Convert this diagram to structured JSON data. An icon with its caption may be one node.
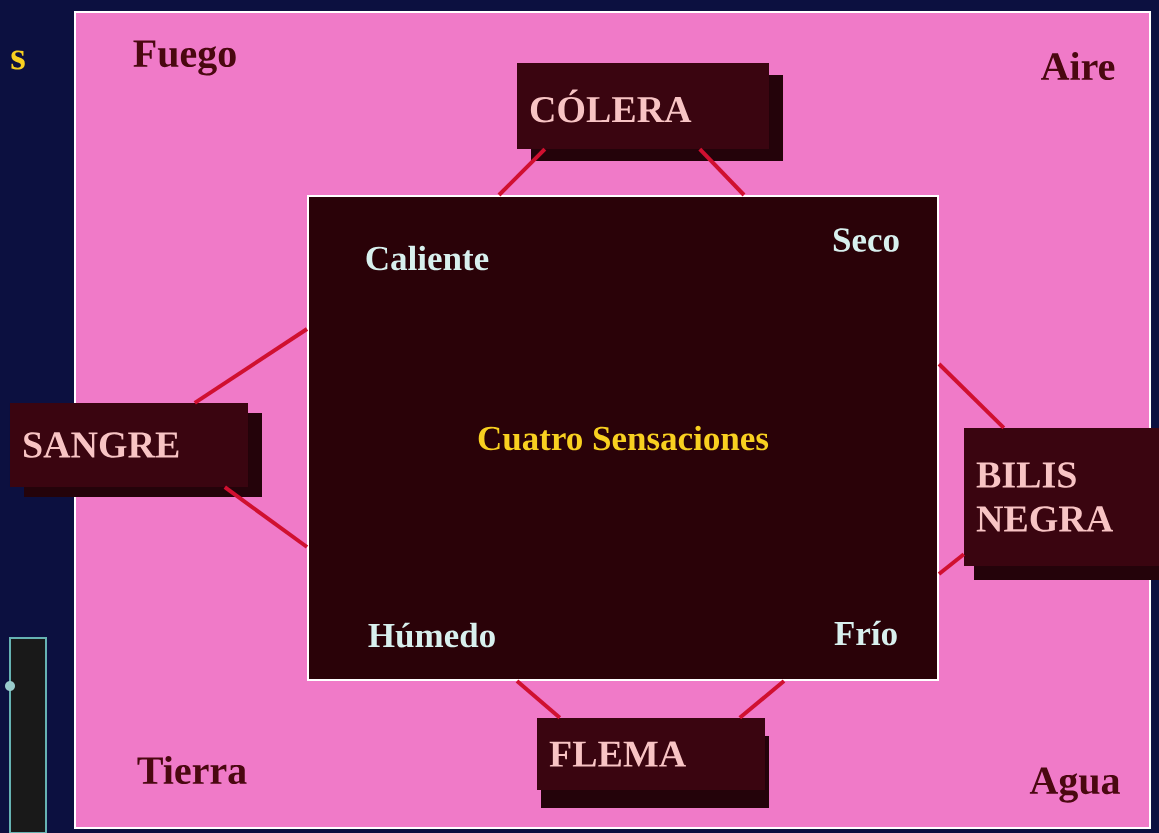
{
  "diagram": {
    "nodes": [
      {
        "text": [
          "Cuatro Sensaciones",
          "Caliente",
          "Seco",
          "Húmedo",
          "Frío"
        ]
      },
      {
        "text": [
          "CÓLERA"
        ]
      },
      {
        "text": [
          "SANGRE"
        ]
      },
      {
        "text": [
          "BILIS NEGRA"
        ]
      },
      {
        "text": [
          "FLEMA"
        ]
      }
    ],
    "edges": [
      {
        "from": 1,
        "to": 0,
        "arrow": "none"
      },
      {
        "from": 1,
        "to": 0,
        "arrow": "none"
      },
      {
        "from": 2,
        "to": 0,
        "arrow": "none"
      },
      {
        "from": 2,
        "to": 0,
        "arrow": "none"
      },
      {
        "from": 3,
        "to": 0,
        "arrow": "none"
      },
      {
        "from": 3,
        "to": 0,
        "arrow": "none"
      },
      {
        "from": 4,
        "to": 0,
        "arrow": "none"
      },
      {
        "from": 4,
        "to": 0,
        "arrow": "none"
      }
    ],
    "labels": [
      "s",
      "Fuego",
      "Aire",
      "Tierra",
      "Agua"
    ]
  }
}
